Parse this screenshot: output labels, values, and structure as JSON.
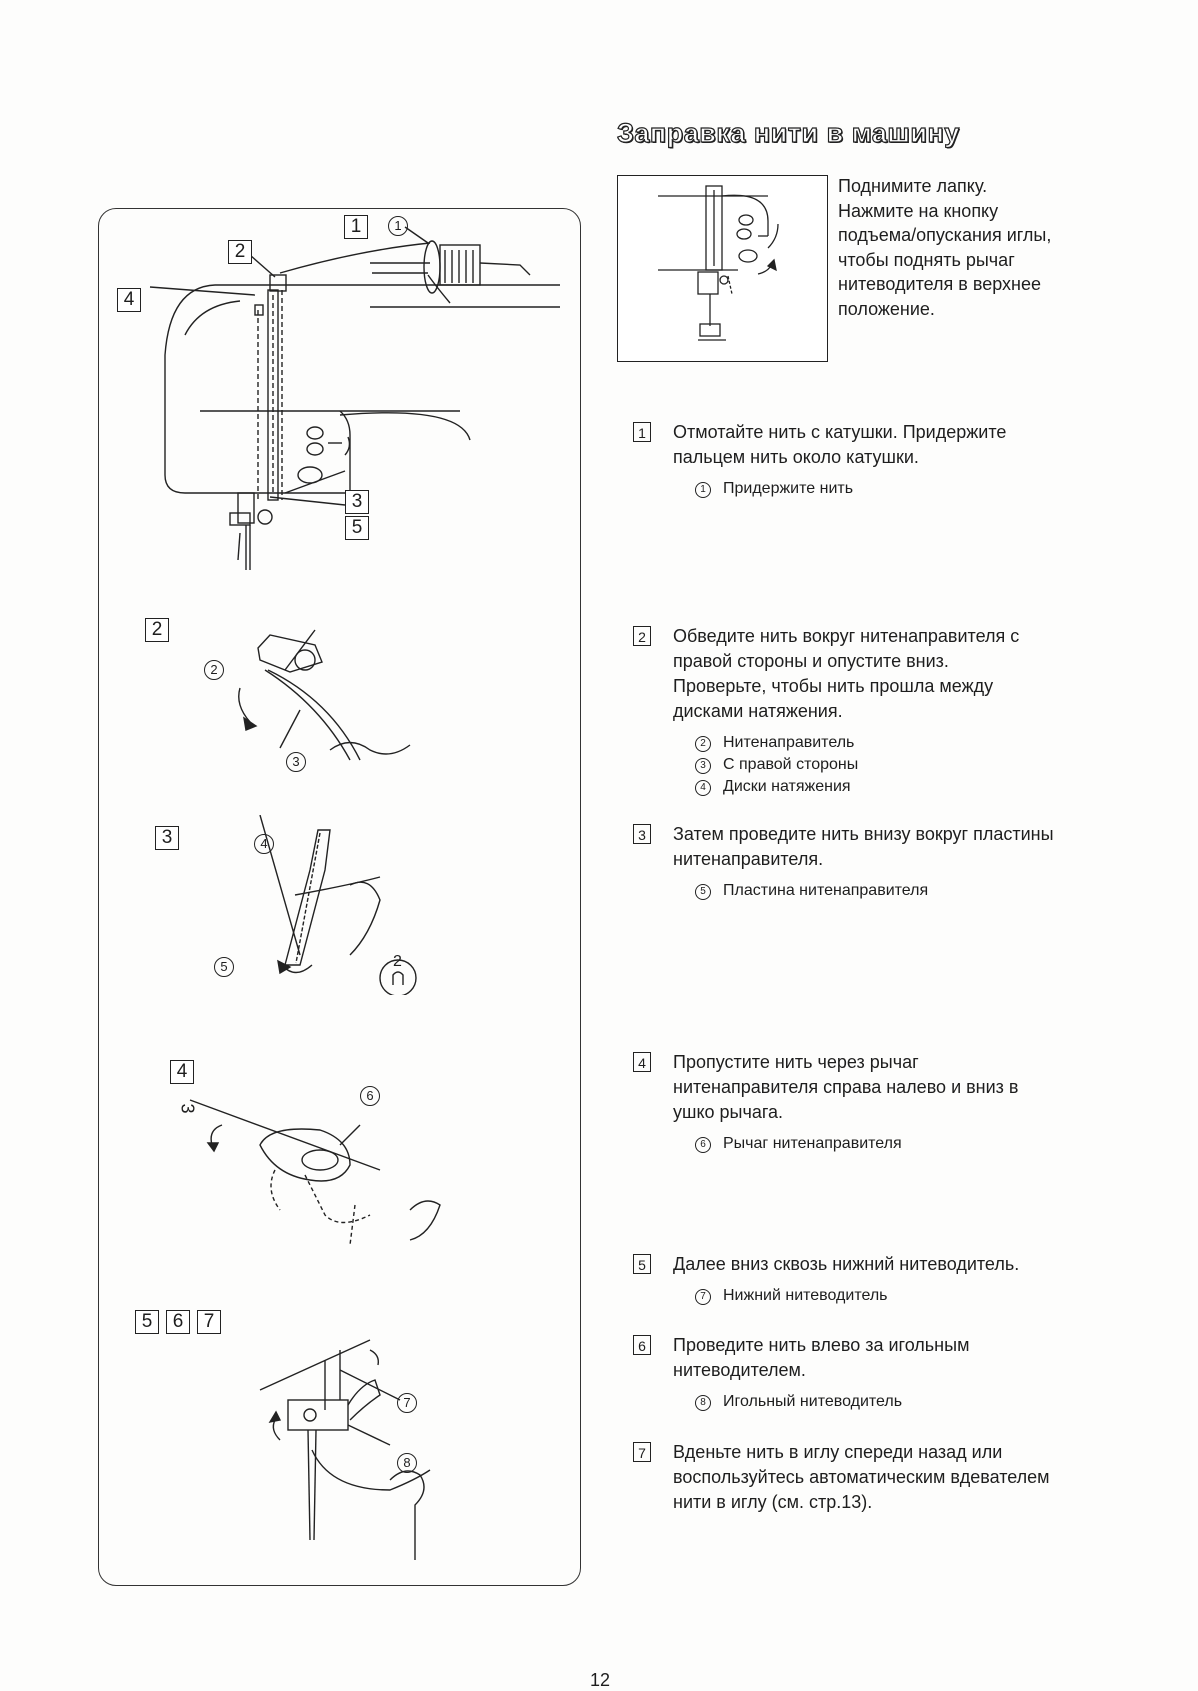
{
  "page": {
    "title": "Заправка нити в машину",
    "page_number": "12"
  },
  "intro": {
    "lines": [
      "Поднимите лапку.",
      "Нажмите на кнопку",
      "подъема/опускания иглы,",
      "чтобы поднять рычаг",
      "нитеводителя в верхнее",
      "положение."
    ]
  },
  "steps": [
    {
      "num": "1",
      "lines": [
        "Отмотайте нить с катушки. Придержите",
        "пальцем нить около катушки."
      ],
      "subs": [
        {
          "mark": "1",
          "text": "Придержите нить"
        }
      ]
    },
    {
      "num": "2",
      "lines": [
        "Обведите нить вокруг нитенаправителя с",
        "правой стороны и опустите вниз.",
        "Проверьте, чтобы нить прошла между",
        "дисками натяжения."
      ],
      "subs": [
        {
          "mark": "2",
          "text": "Нитенаправитель"
        },
        {
          "mark": "3",
          "text": "С правой стороны"
        },
        {
          "mark": "4",
          "text": "Диски натяжения"
        }
      ]
    },
    {
      "num": "3",
      "lines": [
        "Затем проведите нить внизу вокруг пластины",
        "нитенаправителя."
      ],
      "subs": [
        {
          "mark": "5",
          "text": "Пластина нитенаправителя"
        }
      ]
    },
    {
      "num": "4",
      "lines": [
        "Пропустите нить через рычаг",
        "нитенаправителя справа налево и вниз в",
        "ушко рычага."
      ],
      "subs": [
        {
          "mark": "6",
          "text": "Рычаг нитенаправителя"
        }
      ]
    },
    {
      "num": "5",
      "lines": [
        "Далее вниз сквозь нижний нитеводитель."
      ],
      "subs": [
        {
          "mark": "7",
          "text": "Нижний нитеводитель"
        }
      ]
    },
    {
      "num": "6",
      "lines": [
        "Проведите нить влево за игольным",
        "нитеводителем."
      ],
      "subs": [
        {
          "mark": "8",
          "text": "Игольный нитеводитель"
        }
      ]
    },
    {
      "num": "7",
      "lines": [
        "Вденьте нить в иглу спереди назад или",
        "воспользуйтесь автоматическим вдевателем",
        "нити в иглу (см. стр.13)."
      ],
      "subs": []
    }
  ],
  "figures": {
    "main_labels": [
      "1",
      "2",
      "4",
      "3",
      "5"
    ],
    "main_circ": "1",
    "fig2": {
      "label": "2",
      "circ": [
        "2",
        "3"
      ]
    },
    "fig3": {
      "label": "3",
      "circ": [
        "4",
        "5"
      ],
      "arrow_num": "2"
    },
    "fig4": {
      "label": "4",
      "circ": [
        "6"
      ],
      "arrow_num": "3"
    },
    "fig567": {
      "labels": [
        "5",
        "6",
        "7"
      ],
      "circ": [
        "7",
        "8"
      ]
    }
  }
}
